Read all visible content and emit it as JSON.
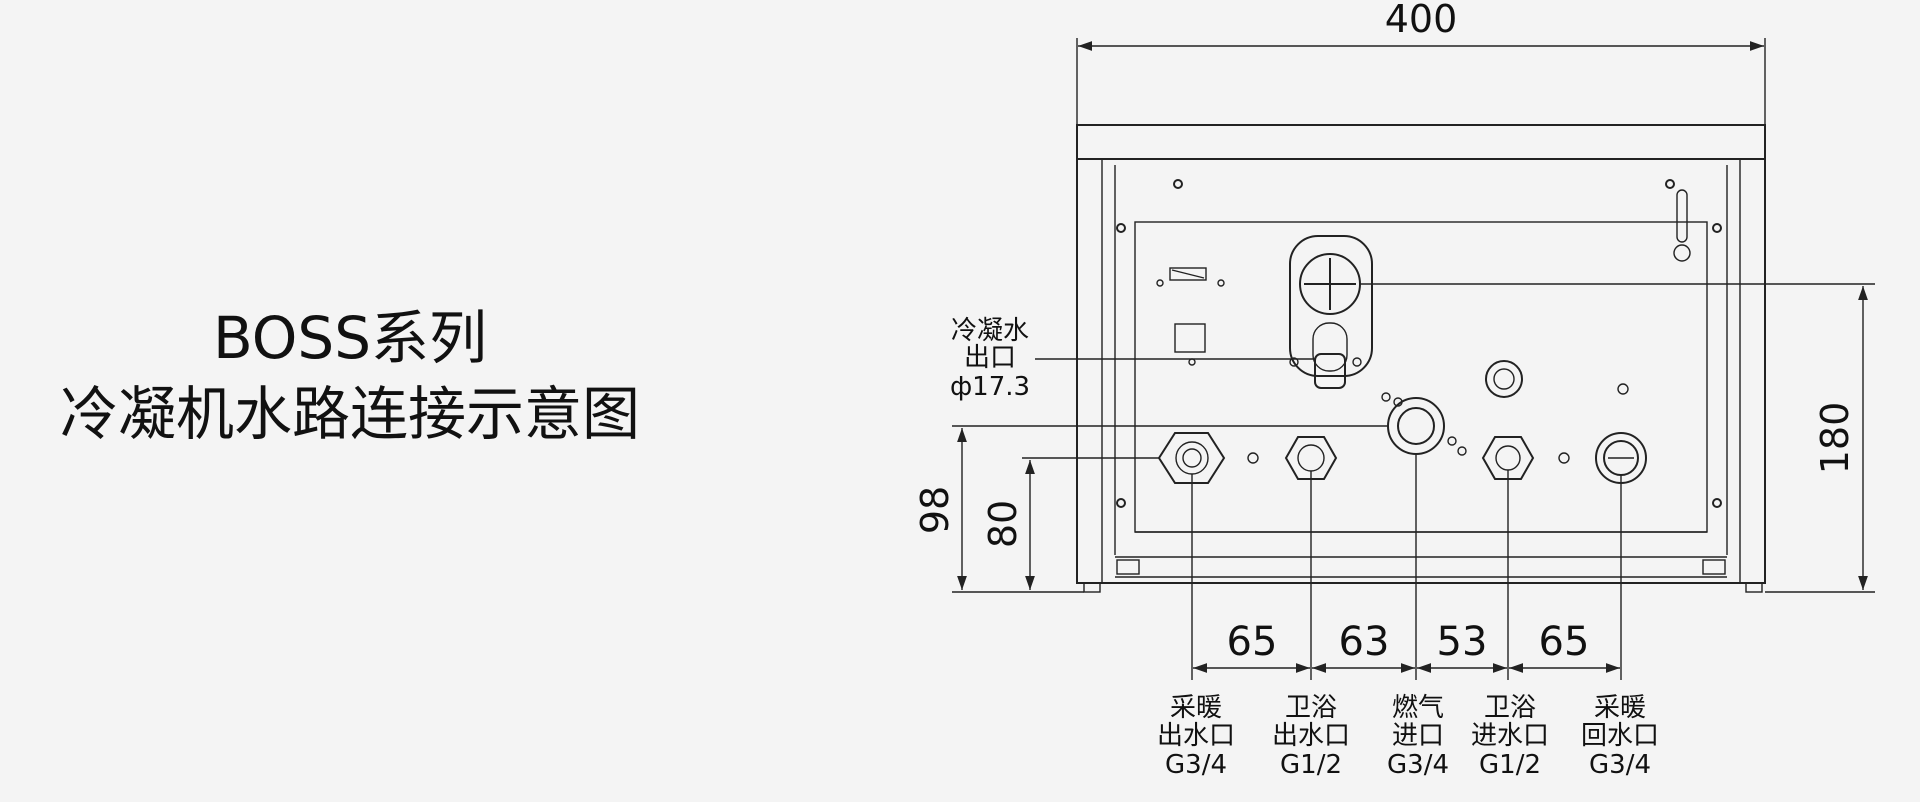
{
  "title": {
    "line1": "BOSS系列",
    "line2": "冷凝机水路连接示意图"
  },
  "dimensions": {
    "width": "400",
    "height": "180",
    "left_98": "98",
    "left_80": "80",
    "spacing": [
      "65",
      "63",
      "53",
      "65"
    ]
  },
  "condensate": {
    "line1": "冷凝水",
    "line2": "出口",
    "line3": "ф17.3"
  },
  "ports": [
    {
      "line1": "采暖",
      "line2": "出水口",
      "line3": "G3/4"
    },
    {
      "line1": "卫浴",
      "line2": "出水口",
      "line3": "G1/2"
    },
    {
      "line1": "燃气",
      "line2": "进口",
      "line3": "G3/4"
    },
    {
      "line1": "卫浴",
      "line2": "进水口",
      "line3": "G1/2"
    },
    {
      "line1": "采暖",
      "line2": "回水口",
      "line3": "G3/4"
    }
  ]
}
